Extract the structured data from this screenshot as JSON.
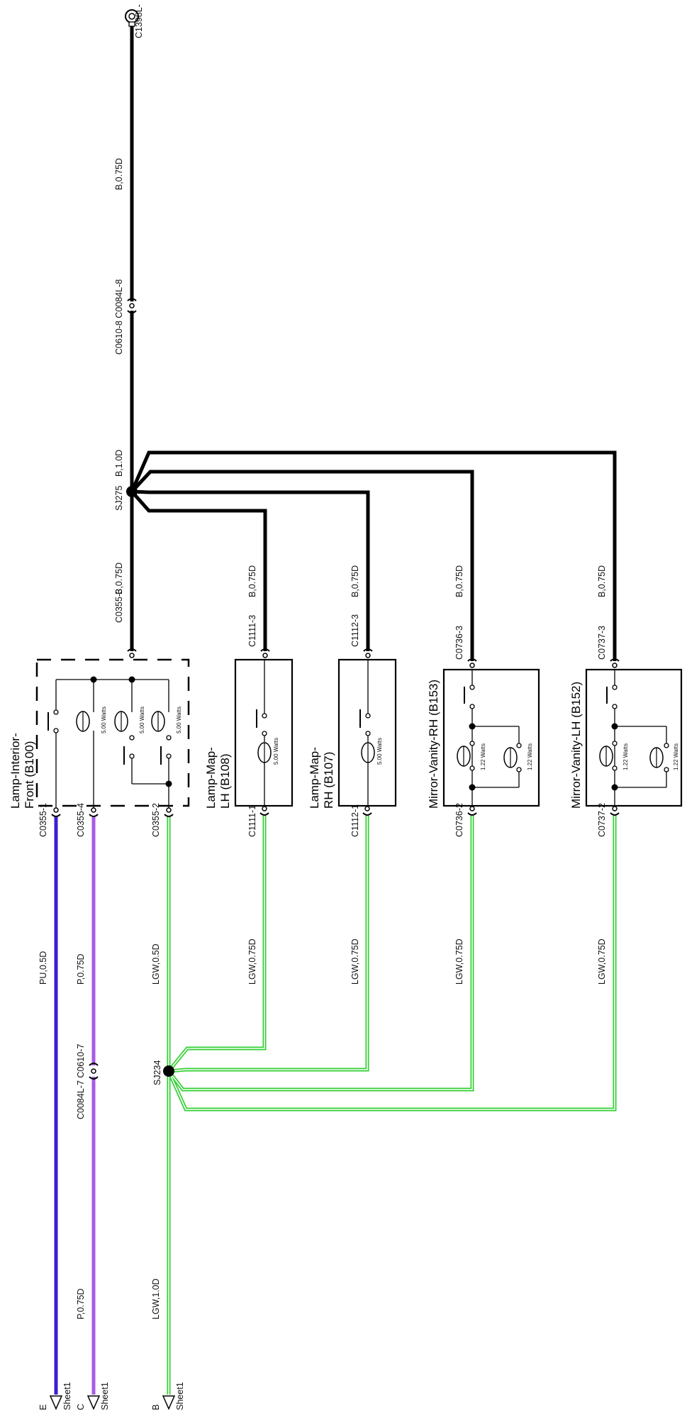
{
  "colors": {
    "ground_wire": "#000000",
    "pu_wire": "#3a1fd0",
    "p_wire": "#a95ae6",
    "lgw_wire": "#31cf31",
    "background": "#ffffff"
  },
  "connectors": {
    "top": "C1398L-",
    "c0610_8": "C0610-8 C0084L-8",
    "c0355_3": "C0355-3",
    "c1111_3": "C1111-3",
    "c1112_3": "C1112-3",
    "c0736_3": "C0736-3",
    "c0737_3": "C0737-3",
    "c0355_1": "C0355-1",
    "c0355_4": "C0355-4",
    "c0355_2": "C0355-2",
    "c1111_1": "C1111-1",
    "c1112_1": "C1112-1",
    "c0736_2": "C0736-2",
    "c0737_2": "C0737-2",
    "c0084l_7": "C0084L-7 C0610-7"
  },
  "splices": {
    "sj275": "SJ275",
    "sj234": "SJ234"
  },
  "wires": {
    "b075_top": "B,0.75D",
    "b10": "B,1.0D",
    "b075_main": "B,0.75D",
    "b075_map_lh": "B,0.75D",
    "b075_map_rh": "B,0.75D",
    "b075_vanity_rh": "B,0.75D",
    "b075_vanity_lh": "B,0.75D",
    "pu05": "PU,0.5D",
    "p075_upper": "P,0.75D",
    "p075_lower": "P,0.75D",
    "lgw05": "LGW,0.5D",
    "lgw075_map_lh": "LGW,0.75D",
    "lgw075_map_rh": "LGW,0.75D",
    "lgw075_vanity_rh": "LGW,0.75D",
    "lgw075_vanity_lh": "LGW,0.75D",
    "lgw10": "LGW,1.0D"
  },
  "components": {
    "lamp_interior_front": {
      "line1": "Lamp-Interior-",
      "line2": "Front (B100)"
    },
    "lamp_map_lh": {
      "line1": "Lamp-Map-",
      "line2": "LH (B108)"
    },
    "lamp_map_rh": {
      "line1": "Lamp-Map-",
      "line2": "RH (B107)"
    },
    "mirror_vanity_rh": {
      "line1": "Mirror-Vanity-RH (B153)"
    },
    "mirror_vanity_lh": {
      "line1": "Mirror-Vanity-LH (B152)"
    }
  },
  "wattages": {
    "front_1": "5.00 Watts",
    "front_2": "5.00 Watts",
    "front_3": "5.00 Watts",
    "map_lh": "5.00 Watts",
    "map_rh": "5.00 Watts",
    "vanity_rh_1": "1.22 Watts",
    "vanity_rh_2": "1.22 Watts",
    "vanity_lh_1": "1.22 Watts",
    "vanity_lh_2": "1.22 Watts"
  },
  "offpage": {
    "e": {
      "letter": "E",
      "sheet": "Sheet1"
    },
    "c": {
      "letter": "C",
      "sheet": "Sheet1"
    },
    "b": {
      "letter": "B",
      "sheet": "Sheet1"
    }
  }
}
